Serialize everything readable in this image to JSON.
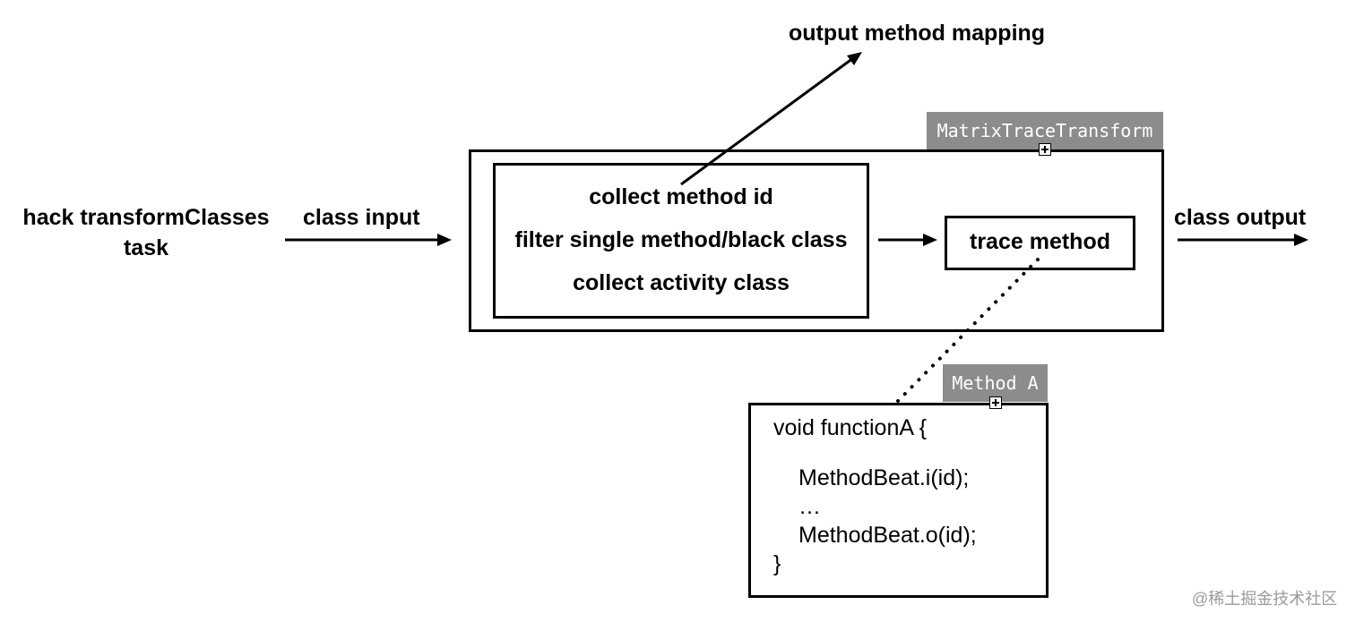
{
  "input_label_line1": "hack transformClasses",
  "input_label_line2": "task",
  "class_input": "class input",
  "output_mapping": "output method mapping",
  "transform_tag": "MatrixTraceTransform",
  "collect_box": {
    "line1": "collect method id",
    "line2": "filter single method/black class",
    "line3": "collect activity class"
  },
  "trace_method": "trace method",
  "class_output": "class output",
  "method_tag": "Method A",
  "code_lines": [
    "void functionA {",
    "",
    "MethodBeat.i(id);",
    "…",
    "MethodBeat.o(id);",
    "}"
  ],
  "watermark": "@稀土掘金技术社区"
}
